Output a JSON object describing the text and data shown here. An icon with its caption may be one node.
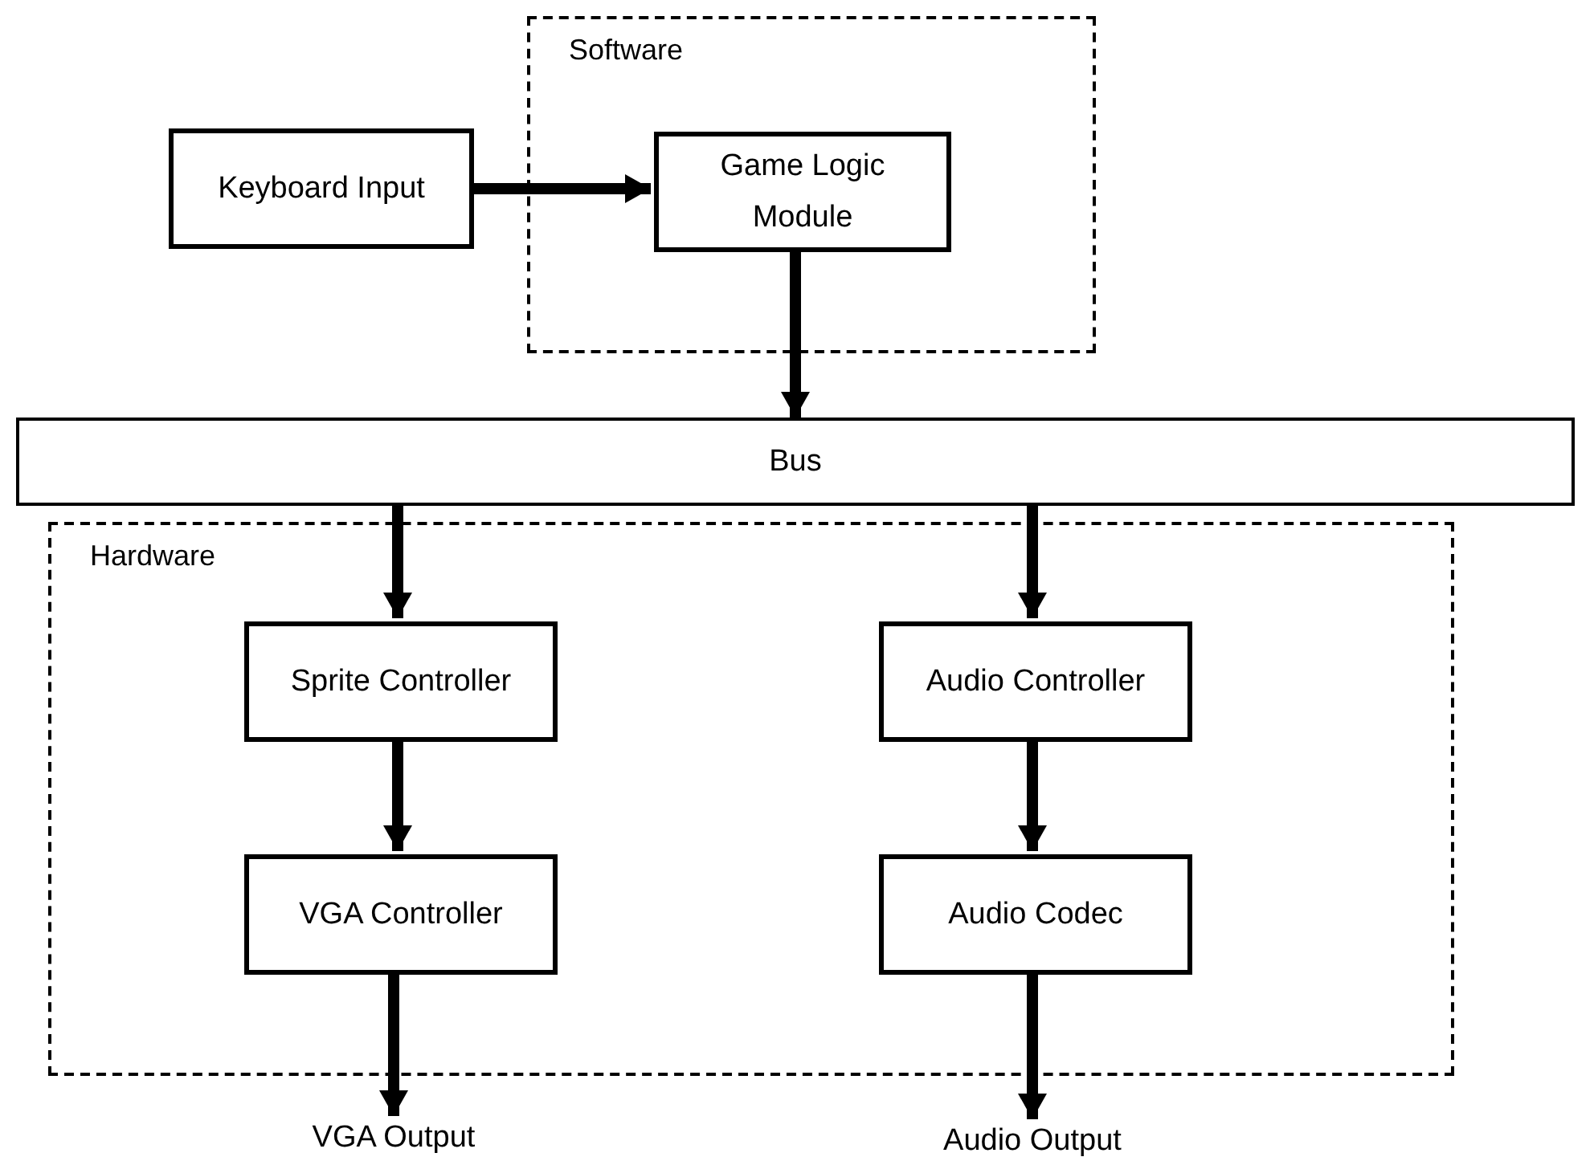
{
  "diagram": {
    "nodes": [
      {
        "text": [
          "Software"
        ]
      },
      {
        "text": [
          "Keyboard Input"
        ]
      },
      {
        "text": [
          "Game Logic Module"
        ],
        "in": 0
      },
      {
        "text": [
          "Bus"
        ]
      },
      {
        "text": [
          "Hardware"
        ]
      },
      {
        "text": [
          "Sprite Controller"
        ],
        "in": 4
      },
      {
        "text": [
          "VGA Controller"
        ],
        "in": 4
      },
      {
        "text": [
          "Audio Controller"
        ],
        "in": 4
      },
      {
        "text": [
          "Audio Codec"
        ],
        "in": 4
      },
      {
        "text": [
          "VGA Output"
        ]
      },
      {
        "text": [
          "Audio Output"
        ]
      }
    ],
    "edges": [
      {
        "from": 1,
        "to": 2,
        "arrow": "to"
      },
      {
        "from": 2,
        "to": 3,
        "arrow": "to"
      },
      {
        "from": 3,
        "to": 5,
        "arrow": "to"
      },
      {
        "from": 3,
        "to": 7,
        "arrow": "to"
      },
      {
        "from": 5,
        "to": 6,
        "arrow": "to"
      },
      {
        "from": 7,
        "to": 8,
        "arrow": "to"
      },
      {
        "from": 6,
        "to": 9,
        "arrow": "to"
      },
      {
        "from": 8,
        "to": 10,
        "arrow": "to"
      }
    ]
  }
}
